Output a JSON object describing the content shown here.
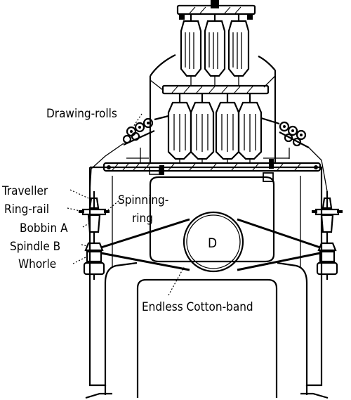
{
  "diagram": {
    "labels": {
      "drawing_rolls": "Drawing-rolls",
      "traveller": "Traveller",
      "ring_rail": "Ring-rail",
      "spinning_ring_line1": "Spinning-",
      "spinning_ring_line2": "ring",
      "bobbin_a": "Bobbin A",
      "spindle_b": "Spindle B",
      "whorle": "Whorle",
      "drum_d": "D",
      "endless_cotton_band": "Endless Cotton-band"
    },
    "ink_color": "#000000",
    "paper_color": "#ffffff"
  }
}
